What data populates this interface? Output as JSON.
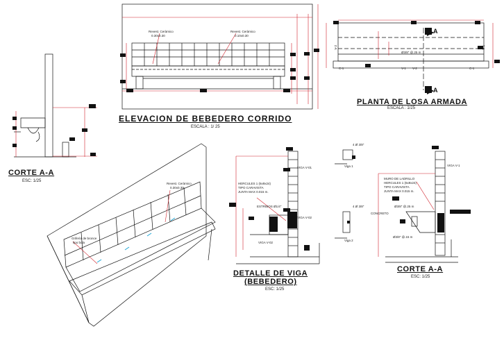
{
  "sheet": {
    "elevation": {
      "title": "ELEVACION DE BEBEDERO CORRIDO",
      "scale": "ESCALA : 1/ 25",
      "tile_label_left": "Revest. Ceràmico",
      "tile_size_left": "0.30x0.30",
      "tile_label_right": "Revest. Ceràmico",
      "tile_size_right": "0.10x0.30"
    },
    "plan": {
      "title": "PLANTA DE LOSA ARMADA",
      "scale": "ESCALA : 1/25",
      "section_mark": "A",
      "rebar_label": "Ø3/8\" @.25 m",
      "beam_labels": [
        "V-2",
        "V-1",
        "V-2",
        "V-1"
      ],
      "column_labels": [
        "C-1",
        "C-1"
      ]
    },
    "section_left": {
      "title": "CORTE A-A",
      "scale": "ESC: 1/25"
    },
    "iso_view": {
      "tile_label": "Revest. Ceràmico",
      "tile_size": "0.30x0.30",
      "faucet_label": "Griferìa de bronce",
      "faucet_type": "tipo bola"
    },
    "beam_detail": {
      "title_line1": "DETALLE DE VIGA",
      "title_line2": "(BEBEDERO)",
      "scale": "ESC: 1/25",
      "label_v1": "VIGA V-01",
      "label_v2": "VIGA V-02",
      "label_v2b": "VIGA V-02",
      "hercules_lines": [
        "HERCULES 1 (6x9x24)",
        "TIPO CARAVISTA",
        "JUNTA MAX 0.015 m."
      ],
      "stirrups": "ESTRIBOS Ø1/4\""
    },
    "small_details": {
      "rebar_top": "4 Ø 3/8\"",
      "rebar_bottom": "4 Ø 3/8\"",
      "label_top": "Viga 1",
      "label_bottom": "Viga 2"
    },
    "section_right": {
      "title": "CORTE A-A",
      "scale": "ESC: 1/25",
      "label_v1": "VIGA V-1",
      "wall_lines": [
        "MURO DE LADRILLO",
        "HERCULES 1 (6x9x24)",
        "TIPO CARAVISTA",
        "JUNTA MAX 0.015 m."
      ],
      "rebar_1": "Ø3/8\" @.25 m",
      "rebar_2": "Ø3/8\" @.15 m",
      "concrete": "CONCRETO"
    }
  }
}
